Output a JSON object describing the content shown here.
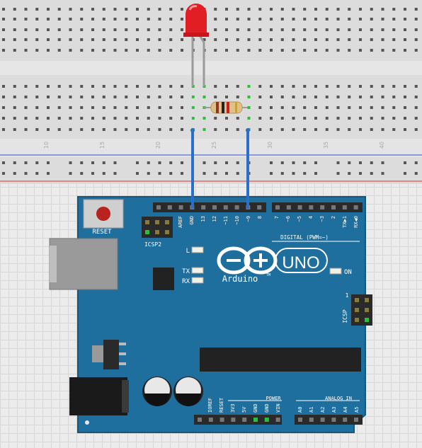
{
  "breadboard": {
    "column_numbers": [
      "10",
      "15",
      "20",
      "25",
      "30",
      "35",
      "40"
    ]
  },
  "board": {
    "reset_label": "RESET",
    "icsp2_label": "ICSP2",
    "icsp_label": "ICSP",
    "icsp_pin1_label": "1",
    "led_l_label": "L",
    "tx_label": "TX",
    "rx_label": "RX",
    "on_label": "ON",
    "brand": "Arduino",
    "trademark": "TM",
    "model": "UNO",
    "digital_label": "DIGITAL (PWM=~)",
    "power_label": "POWER",
    "analog_label": "ANALOG IN",
    "top_header_left": [
      "AREF",
      "GND",
      "13",
      "12",
      "~11",
      "~10",
      "~9",
      "8"
    ],
    "top_header_right": [
      "7",
      "~6",
      "~5",
      "4",
      "~3",
      "2",
      "TX▶1",
      "RX◀0"
    ],
    "power_pins": [
      "IOREF",
      "RESET",
      "3V3",
      "5V",
      "GND",
      "GND",
      "VIN"
    ],
    "analog_pins": [
      "A0",
      "A1",
      "A2",
      "A3",
      "A4",
      "A5"
    ]
  },
  "colors": {
    "board": "#1f6f9e",
    "board_edge": "#17577d",
    "wire": "#2a6fc9",
    "led": "#e01e24",
    "breadboard": "#dcdcdc",
    "rail_red": "#d33",
    "rail_blue": "#3355cc"
  }
}
